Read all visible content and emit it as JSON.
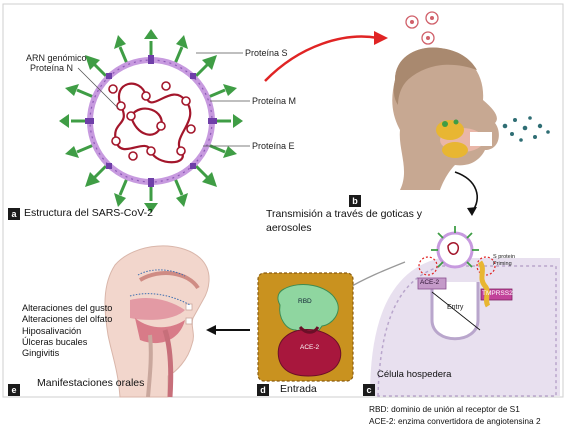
{
  "panels": {
    "a": {
      "letter": "a",
      "caption": "Estructura del SARS-CoV-2"
    },
    "b": {
      "letter": "b",
      "caption_line1": "Transmisión a través de goticas y",
      "caption_line2": "aerosoles"
    },
    "c": {
      "letter": "c",
      "caption": "Célula hospedera"
    },
    "d": {
      "letter": "d",
      "caption": "Entrada"
    },
    "e": {
      "letter": "e",
      "caption": "Manifestaciones orales"
    }
  },
  "virus_labels": {
    "rna_line1": "ARN genómico",
    "rna_line2": "Proteína N",
    "protein_s": "Proteína S",
    "protein_m": "Proteína M",
    "protein_e": "Proteína E"
  },
  "cell_labels": {
    "ace2": "ACE-2",
    "tmprss2": "TMPRSS2",
    "s_protein": "S protein",
    "priming": "Priming",
    "entry": "Entry"
  },
  "entry_labels": {
    "rbd": "RBD",
    "ace2": "ACE-2"
  },
  "oral_manifestations": [
    "Alteraciones del gusto",
    "Alteraciones del olfato",
    "Hiposalivación",
    "Úlceras bucales",
    "Gingivitis"
  ],
  "legend": {
    "rbd": "RBD: dominio de unión al receptor de S1",
    "ace2": "ACE-2: enzima convertidora de angiotensina 2"
  },
  "colors": {
    "virus_envelope": "#c79adf",
    "spike_green": "#3f9d45",
    "rna_red": "#a3162b",
    "entry_box_bg": "#c9921f",
    "rbd_green": "#8fd6a0",
    "ace2_crimson": "#a8173d",
    "cell_lilac": "#e8e0ef",
    "tmprss2_magenta": "#b0398f",
    "arrow_red": "#e02424"
  }
}
